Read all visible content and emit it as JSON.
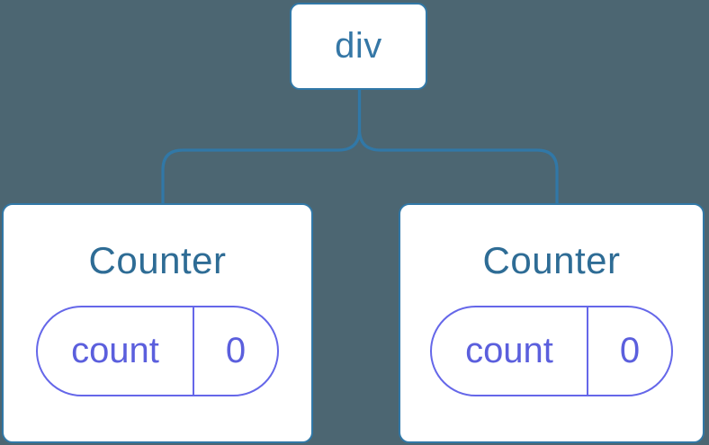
{
  "diagram": {
    "root": {
      "label": "div"
    },
    "children": [
      {
        "title": "Counter",
        "state": {
          "key": "count",
          "value": "0"
        }
      },
      {
        "title": "Counter",
        "state": {
          "key": "count",
          "value": "0"
        }
      }
    ]
  },
  "colors": {
    "background": "#4c6672",
    "card_background": "#ffffff",
    "tree_line": "#3178a7",
    "root_text": "#3577a6",
    "component_text": "#2e6c95",
    "state_border": "#6567e9",
    "state_text": "#5b5fdd"
  }
}
